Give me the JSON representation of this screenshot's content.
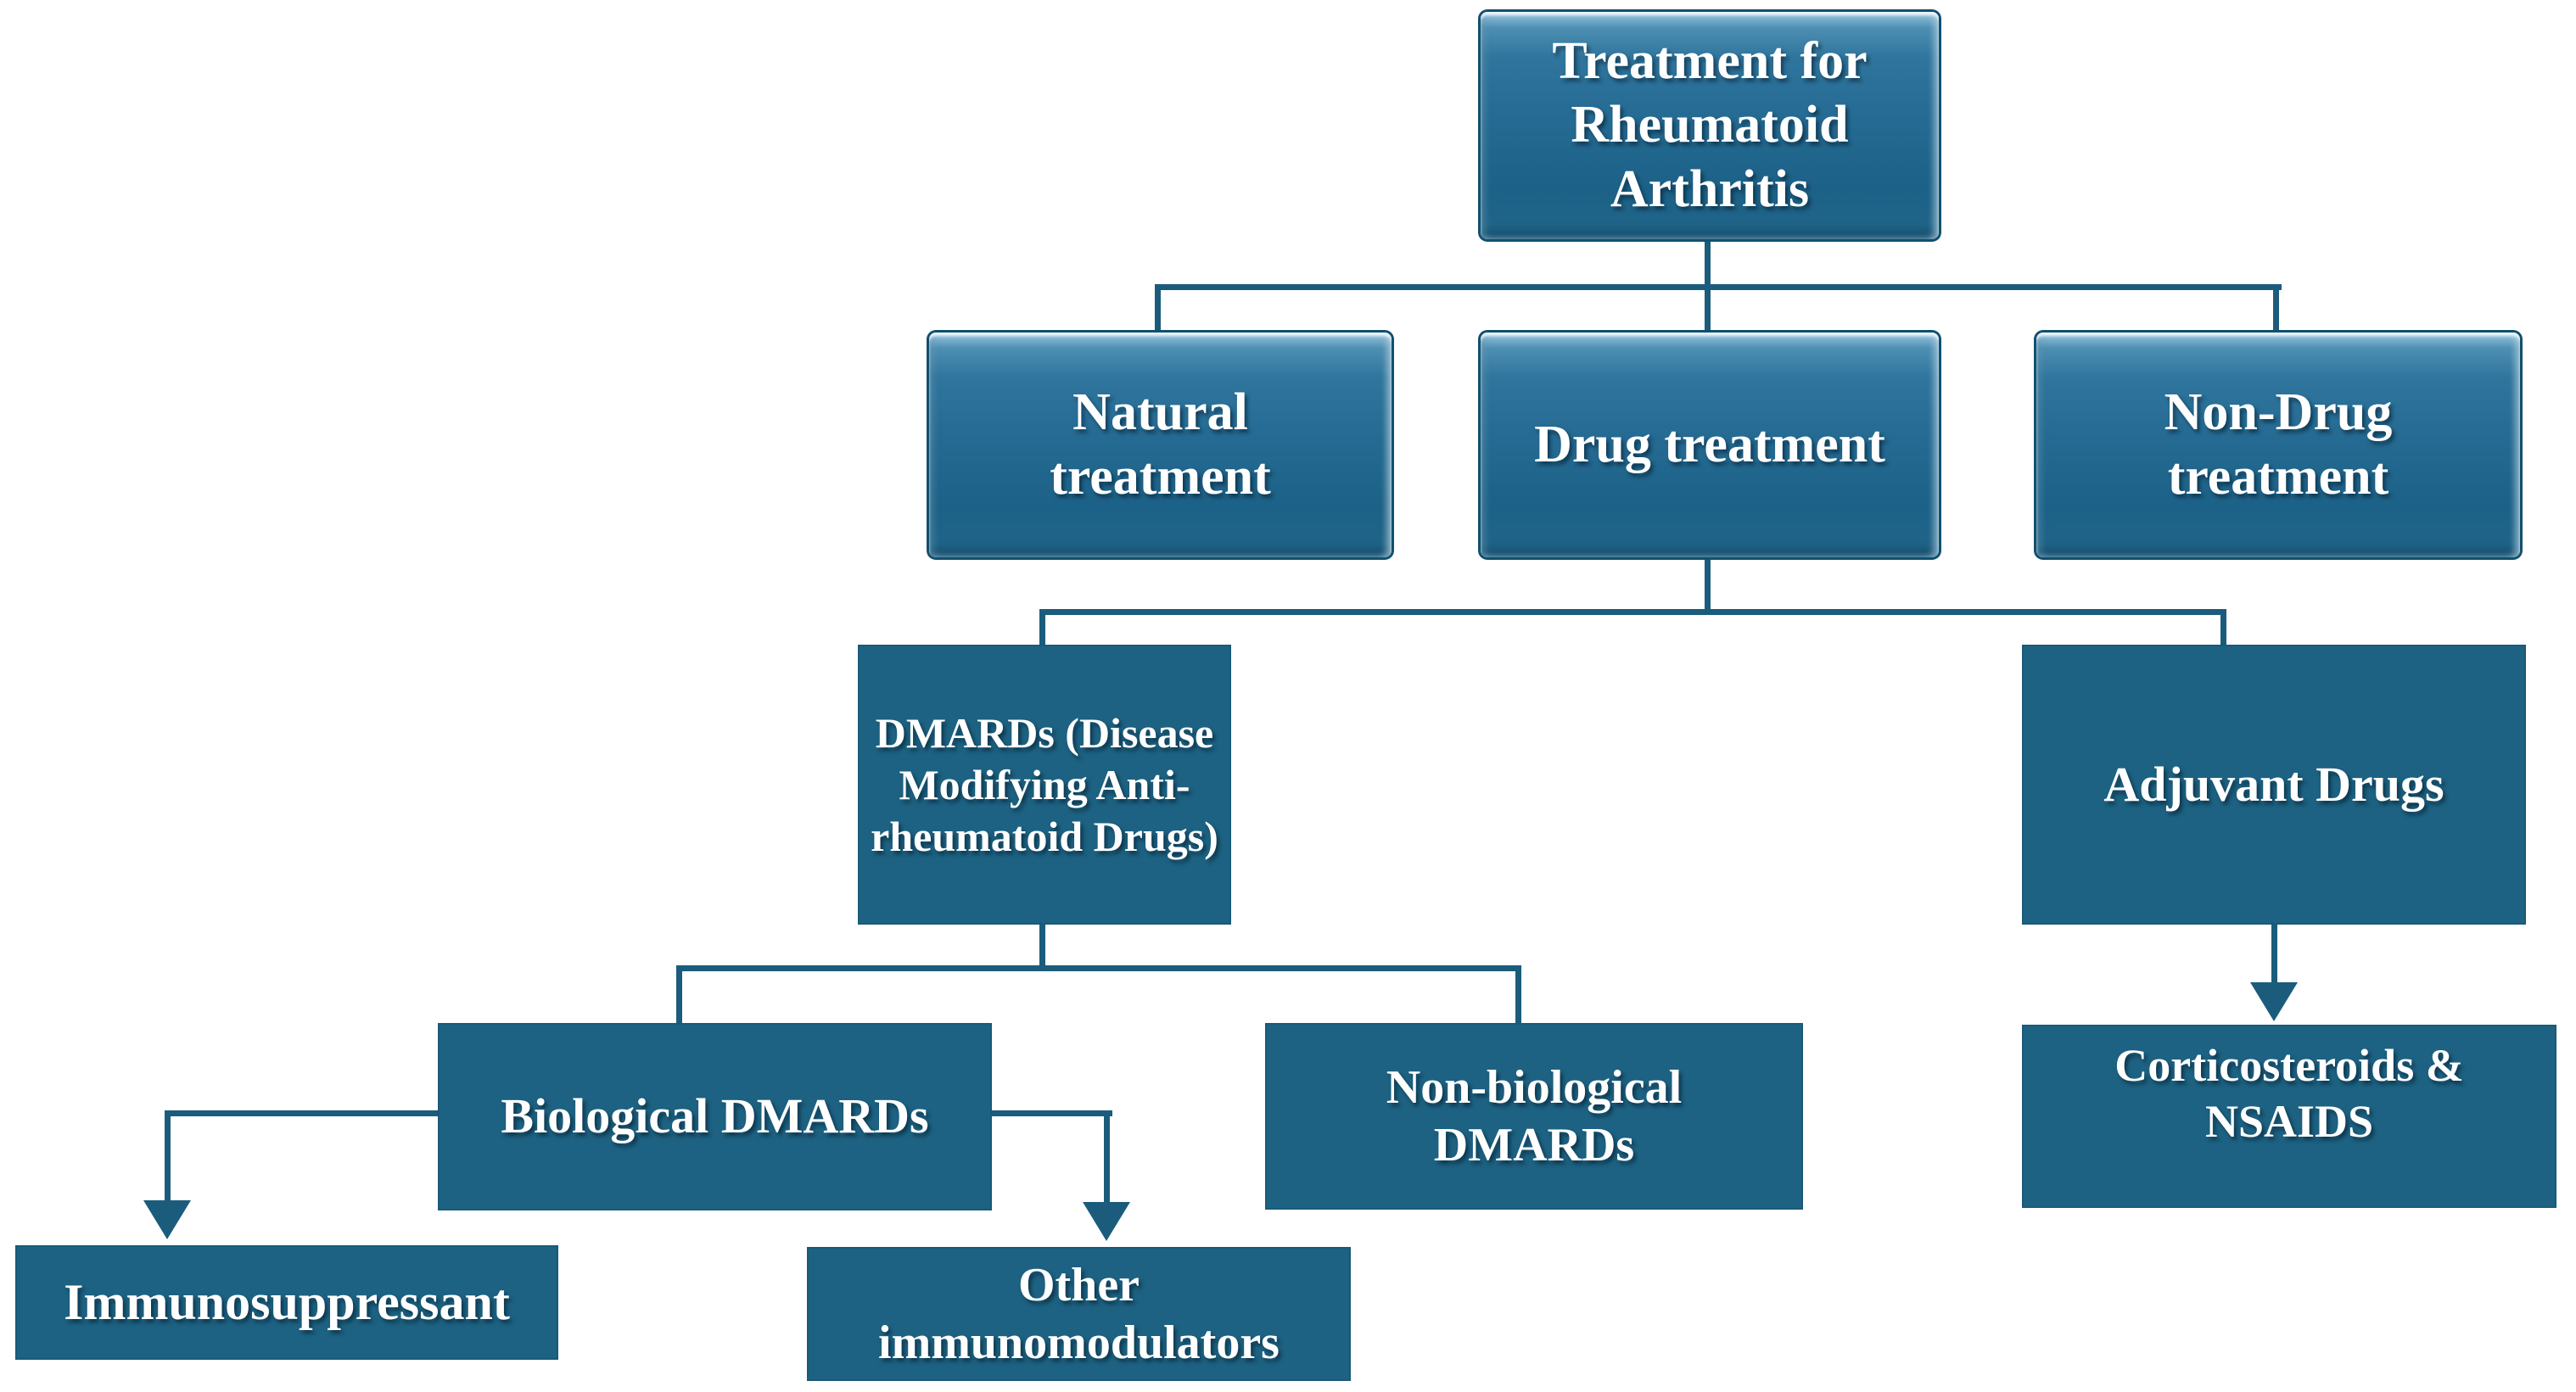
{
  "diagram": {
    "description": "Flowchart of treatment options for rheumatoid arthritis",
    "background": "#ffffff",
    "colors": {
      "box_fill_flat": "#1d6282",
      "box_bevel_light": "#9ecbe2",
      "box_bevel_mid": "#256b93",
      "box_bevel_dark": "#1c6187",
      "box_border": "#11506f",
      "connector": "#1b5c7c",
      "text": "#ffffff"
    }
  },
  "nodes": {
    "root": {
      "lines": [
        "Treatment for",
        "Rheumatoid",
        "Arthritis"
      ]
    },
    "natural": {
      "lines": [
        "Natural",
        "treatment"
      ]
    },
    "drug": {
      "lines": [
        "Drug treatment"
      ]
    },
    "nondrug": {
      "lines": [
        "Non-Drug",
        "treatment"
      ]
    },
    "dmards": {
      "lines": [
        "DMARDs (Disease",
        "Modifying Anti-",
        "rheumatoid Drugs)"
      ]
    },
    "adjuvant": {
      "lines": [
        "Adjuvant Drugs"
      ]
    },
    "biological": {
      "lines": [
        "Biological DMARDs"
      ]
    },
    "nonbiological": {
      "lines": [
        "Non-biological",
        "DMARDs"
      ]
    },
    "corticosteroids": {
      "lines": [
        "Corticosteroids &",
        "NSAIDS"
      ]
    },
    "immunosuppressant": {
      "lines": [
        "Immunosuppressant"
      ]
    },
    "other_immunomodulators": {
      "lines": [
        "Other",
        "immunomodulators"
      ]
    }
  },
  "edges": [
    {
      "from": "root",
      "to": "natural",
      "arrowhead": false
    },
    {
      "from": "root",
      "to": "drug",
      "arrowhead": false
    },
    {
      "from": "root",
      "to": "nondrug",
      "arrowhead": false
    },
    {
      "from": "drug",
      "to": "dmards",
      "arrowhead": false
    },
    {
      "from": "drug",
      "to": "adjuvant",
      "arrowhead": false
    },
    {
      "from": "dmards",
      "to": "biological",
      "arrowhead": false
    },
    {
      "from": "dmards",
      "to": "nonbiological",
      "arrowhead": false
    },
    {
      "from": "adjuvant",
      "to": "corticosteroids",
      "arrowhead": true
    },
    {
      "from": "biological",
      "to": "immunosuppressant",
      "arrowhead": true
    },
    {
      "from": "biological",
      "to": "other_immunomodulators",
      "arrowhead": true
    }
  ]
}
